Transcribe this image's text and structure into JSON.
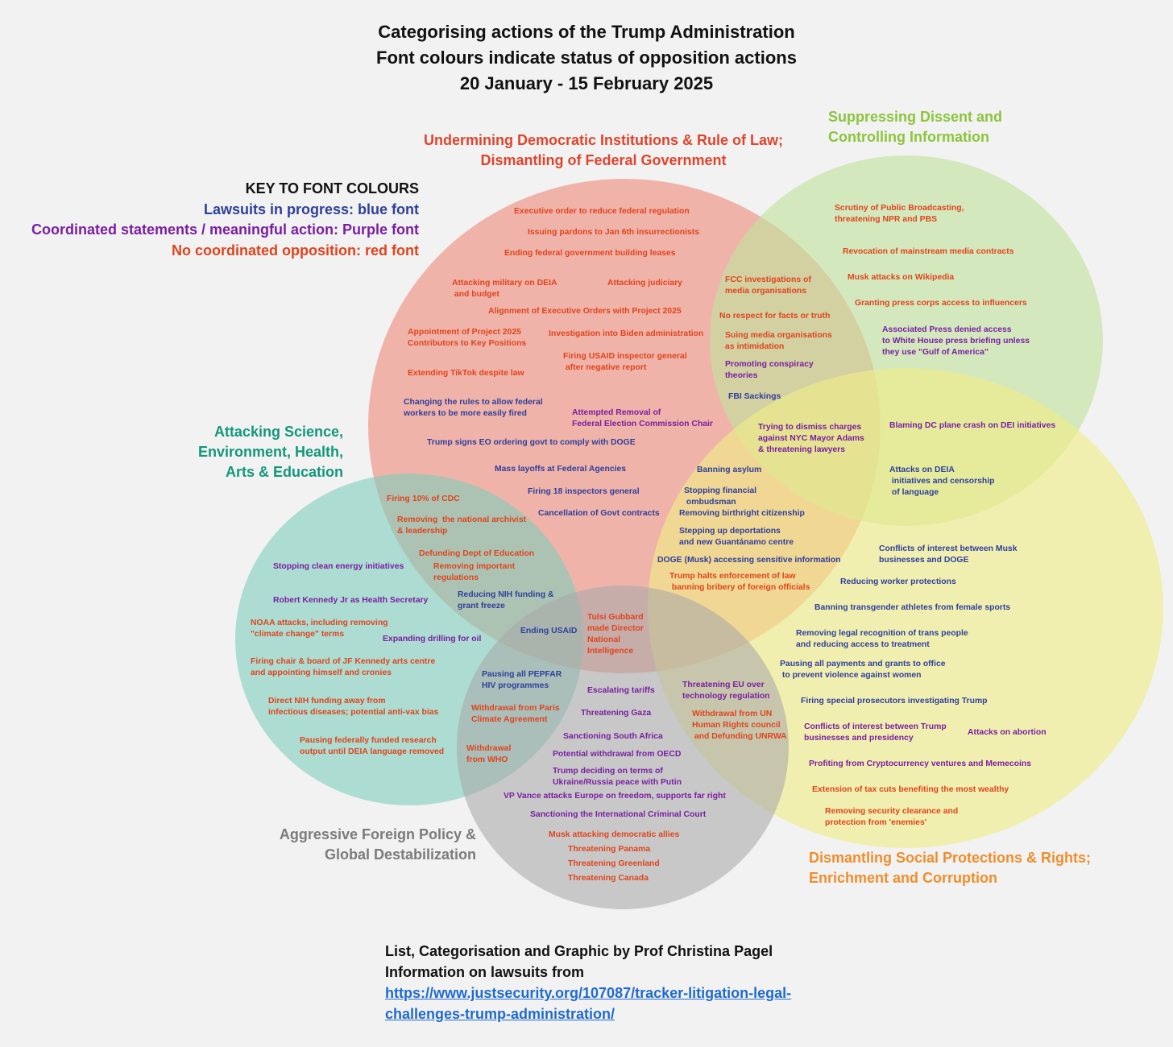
{
  "title": {
    "line1": "Categorising actions of the Trump Administration",
    "line2": "Font colours indicate status of opposition actions",
    "line3": "20 January - 15 February 2025"
  },
  "colors": {
    "red_circle": "#ef9a8c",
    "green_circle": "#c2e29e",
    "yellow_circle": "#f1ee88",
    "teal_circle": "#7fcdbd",
    "grey_circle": "#a9a9a9",
    "blue_font": "#2e3f9c",
    "purple_font": "#7a1fa2",
    "red_font": "#e0441c"
  },
  "categories": {
    "democratic": {
      "line1": "Undermining Democratic Institutions & Rule of Law;",
      "line2": "Dismantling of Federal Government",
      "color": "#e0442c"
    },
    "dissent": {
      "line1": "Suppressing Dissent and",
      "line2": "Controlling Information",
      "color": "#8cc43c"
    },
    "science": {
      "line1": "Attacking Science,",
      "line2": "Environment, Health,",
      "line3": "Arts & Education",
      "color": "#13977c"
    },
    "foreign": {
      "line1": "Aggressive Foreign Policy &",
      "line2": "Global Destabilization",
      "color": "#7b7b7b"
    },
    "social": {
      "line1": "Dismantling Social Protections & Rights;",
      "line2": "Enrichment and Corruption",
      "color": "#f08d2c"
    }
  },
  "key": {
    "heading": "KEY TO FONT COLOURS",
    "blue": "Lawsuits in progress: blue font",
    "purple": "Coordinated statements / meaningful action: Purple font",
    "red": "No coordinated opposition: red font"
  },
  "items": [
    {
      "text": "Executive order to reduce federal regulation",
      "status": "red"
    },
    {
      "text": "Issuing pardons to Jan 6th insurrectionists",
      "status": "red"
    },
    {
      "text": "Ending federal government building leases",
      "status": "red"
    },
    {
      "text": "Attacking military on DEIA\n and budget",
      "status": "red"
    },
    {
      "text": "Attacking judiciary",
      "status": "red"
    },
    {
      "text": "Alignment of Executive Orders with Project 2025",
      "status": "red"
    },
    {
      "text": "Appointment of Project 2025\nContributors to Key Positions",
      "status": "red"
    },
    {
      "text": "Investigation into Biden administration",
      "status": "red"
    },
    {
      "text": "Firing USAID inspector general\n after negative report",
      "status": "red"
    },
    {
      "text": "Extending TikTok despite law",
      "status": "red"
    },
    {
      "text": "Changing the rules to allow federal\nworkers to be more easily fired",
      "status": "blue"
    },
    {
      "text": "Attempted Removal of\nFederal Election Commission Chair",
      "status": "purple"
    },
    {
      "text": "Trump signs EO ordering govt to comply with DOGE",
      "status": "blue"
    },
    {
      "text": "Mass layoffs at Federal Agencies",
      "status": "blue"
    },
    {
      "text": "Firing 18 inspectors general",
      "status": "blue"
    },
    {
      "text": "Cancellation of Govt contracts",
      "status": "blue"
    },
    {
      "text": "FCC investigations of\nmedia organisations",
      "status": "red"
    },
    {
      "text": "No respect for facts or truth",
      "status": "red"
    },
    {
      "text": "Suing media organisations\nas intimidation",
      "status": "red"
    },
    {
      "text": "Promoting conspiracy\ntheories",
      "status": "purple"
    },
    {
      "text": "FBI Sackings",
      "status": "blue"
    },
    {
      "text": "Scrutiny of Public Broadcasting,\nthreatening NPR and PBS",
      "status": "red"
    },
    {
      "text": "Revocation of mainstream media contracts",
      "status": "red"
    },
    {
      "text": "Musk attacks on Wikipedia",
      "status": "red"
    },
    {
      "text": "Granting press corps access to influencers",
      "status": "red"
    },
    {
      "text": "Associated Press denied access\nto White House press briefing unless\nthey use \"Gulf of America\"",
      "status": "purple"
    },
    {
      "text": "Trying to dismiss charges\nagainst NYC Mayor Adams\n& threatening lawyers",
      "status": "purple"
    },
    {
      "text": "Blaming DC plane crash on DEI initiatives",
      "status": "purple"
    },
    {
      "text": "Banning asylum",
      "status": "blue"
    },
    {
      "text": "Stopping financial\n ombudsman",
      "status": "blue"
    },
    {
      "text": "Removing birthright citizenship",
      "status": "blue"
    },
    {
      "text": "Attacks on DEIA\n initiatives and censorship\n of language",
      "status": "blue"
    },
    {
      "text": "Stepping up deportations\nand new Guantánamo centre",
      "status": "blue"
    },
    {
      "text": "DOGE (Musk) accessing sensitive information",
      "status": "blue"
    },
    {
      "text": "Trump halts enforcement of law\n banning bribery of foreign officials",
      "status": "red"
    },
    {
      "text": "Conflicts of interest between Musk\nbusinesses and DOGE",
      "status": "blue"
    },
    {
      "text": "Reducing worker protections",
      "status": "blue"
    },
    {
      "text": "Banning transgender athletes from female sports",
      "status": "blue"
    },
    {
      "text": "Removing legal recognition of trans people\nand reducing access to treatment",
      "status": "blue"
    },
    {
      "text": "Pausing all payments and grants to office\n to prevent violence against women",
      "status": "blue"
    },
    {
      "text": "Firing special prosecutors investigating Trump",
      "status": "blue"
    },
    {
      "text": "Conflicts of interest between Trump\nbusinesses and presidency",
      "status": "purple"
    },
    {
      "text": "Attacks on abortion",
      "status": "purple"
    },
    {
      "text": "Profiting from Cryptocurrency ventures and Memecoins",
      "status": "purple"
    },
    {
      "text": "Extension of tax cuts benefiting the most wealthy",
      "status": "red"
    },
    {
      "text": "Removing security clearance and\nprotection from 'enemies'",
      "status": "red"
    },
    {
      "text": "Firing 10% of CDC",
      "status": "red"
    },
    {
      "text": "Removing  the national archivist\n& leadership",
      "status": "red"
    },
    {
      "text": "Defunding Dept of Education",
      "status": "red"
    },
    {
      "text": "Removing important\nregulations",
      "status": "red"
    },
    {
      "text": "Reducing NIH funding &\ngrant freeze",
      "status": "blue"
    },
    {
      "text": "Stopping clean energy initiatives",
      "status": "purple"
    },
    {
      "text": "Robert Kennedy Jr as Health Secretary",
      "status": "purple"
    },
    {
      "text": "NOAA attacks, including removing\n\"climate change\" terms",
      "status": "red"
    },
    {
      "text": "Expanding drilling for oil",
      "status": "purple"
    },
    {
      "text": "Firing chair & board of JF Kennedy arts centre\nand appointing himself and cronies",
      "status": "red"
    },
    {
      "text": "Direct NIH funding away from\ninfectious diseases; potential anti-vax bias",
      "status": "red"
    },
    {
      "text": "Pausing federally funded research\noutput until DEIA language removed",
      "status": "red"
    },
    {
      "text": "Ending USAID",
      "status": "blue"
    },
    {
      "text": "Tulsi Gubbard\nmade Director\nNational\nIntelligence",
      "status": "red"
    },
    {
      "text": "Pausing all PEPFAR\nHIV programmes",
      "status": "blue"
    },
    {
      "text": "Escalating tariffs",
      "status": "purple"
    },
    {
      "text": "Withdrawal from Paris\nClimate Agreement",
      "status": "red"
    },
    {
      "text": "Threatening Gaza",
      "status": "purple"
    },
    {
      "text": "Sanctioning South Africa",
      "status": "purple"
    },
    {
      "text": "Withdrawal\nfrom WHO",
      "status": "red"
    },
    {
      "text": "Potential withdrawal from OECD",
      "status": "purple"
    },
    {
      "text": "Trump deciding on terms of\nUkraine/Russia peace with Putin",
      "status": "purple"
    },
    {
      "text": "VP Vance attacks Europe on freedom, supports far right",
      "status": "purple"
    },
    {
      "text": "Sanctioning the International Criminal Court",
      "status": "purple"
    },
    {
      "text": "Musk attacking democratic allies",
      "status": "red"
    },
    {
      "text": "Threatening Panama",
      "status": "red"
    },
    {
      "text": "Threatening Greenland",
      "status": "red"
    },
    {
      "text": "Threatening Canada",
      "status": "red"
    },
    {
      "text": "Threatening EU over\ntechnology regulation",
      "status": "purple"
    },
    {
      "text": "Withdrawal from UN\nHuman Rights council\n and Defunding UNRWA",
      "status": "red"
    }
  ],
  "footer": {
    "line1": "List, Categorisation and Graphic by Prof Christina Pagel",
    "line2": "Information on lawsuits from",
    "link_line1": "https://www.justsecurity.org/107087/tracker-litigation-legal-",
    "link_line2": "challenges-trump-administration/"
  }
}
